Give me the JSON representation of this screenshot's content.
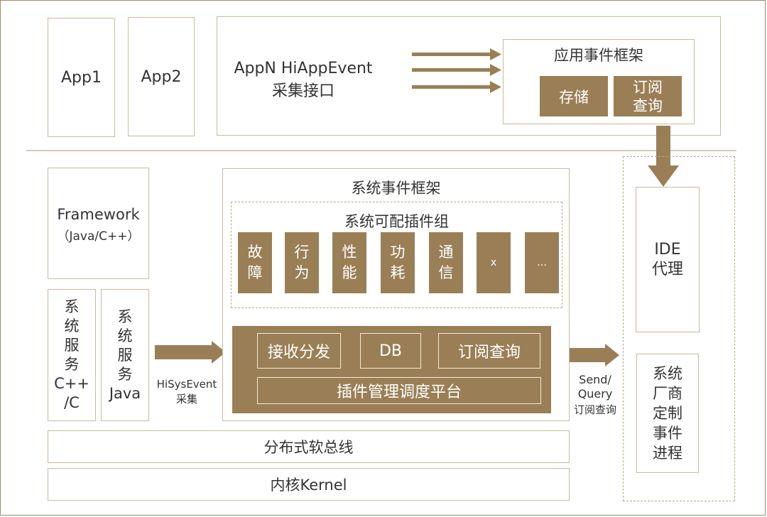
{
  "apps": {
    "app1": "App1",
    "app2": "App2",
    "appn_line1": "AppN HiAppEvent",
    "appn_line2": "采集接口"
  },
  "app_event_framework": {
    "title": "应用事件框架",
    "storage": "存储",
    "subscribe_query": "订阅\n查询"
  },
  "framework": {
    "line1": "Framework",
    "line2": "（Java/C++）"
  },
  "system_services": {
    "cpp": "系\n统\n服\n务\nC++\n/C",
    "java": "系\n统\n服\n务\nJava"
  },
  "hisysevent": {
    "line1": "HiSysEvent",
    "line2": "采集"
  },
  "system_event_framework": {
    "title": "系统事件框架",
    "plugin_group_title": "系统可配插件组",
    "plugins": [
      "故\n障",
      "行\n为",
      "性\n能",
      "功\n耗",
      "通\n信",
      "x",
      "…"
    ],
    "receive_dispatch": "接收分发",
    "db": "DB",
    "subscribe_query": "订阅查询",
    "plugin_platform": "插件管理调度平台"
  },
  "send_query": {
    "line1": "Send/",
    "line2": "Query",
    "line3": "订阅查询"
  },
  "right_column": {
    "ide_agent": "IDE\n代理",
    "vendor_process": "系统\n厂商\n定制\n事件\n进程"
  },
  "bottom": {
    "bus": "分布式软总线",
    "kernel": "内核Kernel"
  },
  "colors": {
    "gold": "#9a7f56",
    "border": "#c8ba9e",
    "dashed": "#b9a889"
  }
}
